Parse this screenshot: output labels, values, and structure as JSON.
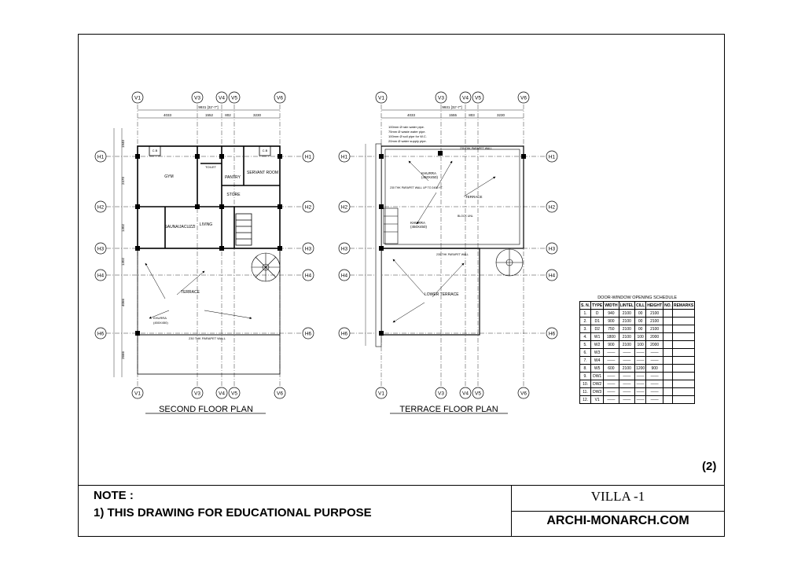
{
  "grid": {
    "vertical": [
      "V1",
      "V3",
      "V4",
      "V5",
      "V6"
    ],
    "horizontal": [
      "H1",
      "H2",
      "H3",
      "H4",
      "H6"
    ]
  },
  "plans": {
    "second": {
      "title": "SECOND FLOOR PLAN",
      "overall_dim": "9931 [32'-7\"]",
      "dims_top": [
        "4033",
        "1552",
        "802",
        "3230"
      ],
      "dims_left": [
        "1940",
        "2470",
        "1302",
        "1302",
        "4066",
        "2666"
      ],
      "rooms": {
        "gym": "GYM",
        "servant": "SERVANT ROOM",
        "pantry": "PANTRY",
        "store": "STORE",
        "sauna": "SAUNA/JACUZZI",
        "living": "LIVING",
        "terrace": "TERRACE",
        "khurra": "KHURRA",
        "khurra_size": "(450X450)",
        "parapet": "230 THK PARAPET WALL",
        "toilet": "TOILET",
        "cb1": "C.B",
        "cb2": "C.B"
      }
    },
    "terrace": {
      "title": "TERRACE FLOOR PLAN",
      "overall_dim": "9931 [32'-7\"]",
      "dims_top": [
        "4033",
        "1555",
        "803",
        "3230"
      ],
      "notes": [
        "100mm Ø rain water pipe.",
        "75mm Ø waste water pipe.",
        "100mm Ø soil pipe for W.C.",
        "20mm Ø water supply pipe."
      ],
      "rooms": {
        "khurra1": "KHURRA",
        "khurra1_size": "(450X450)",
        "terrace": "TERRACE",
        "lower_terrace": "LOWER TERRACE",
        "khurra2": "KHURRA",
        "khurra2_size": "(450X450)",
        "parapet_top": "230 THK PARAPET WALL",
        "parapet_mid": "230 THK PARAPET WALL",
        "parapet_up": "230 THK PARAPET WALL UP TO 2400 HT.",
        "block": "BLOCK UNL"
      }
    }
  },
  "schedule": {
    "title": "DOOR-WINDOW OPENING SCHEDULE",
    "headers": [
      "S. N.",
      "TYPE",
      "WIDTH",
      "LINTEL",
      "CILL",
      "HEIGHT",
      "NO.",
      "REMARKS"
    ],
    "rows": [
      [
        "1.",
        "D",
        "940",
        "2100",
        "00",
        "2100",
        "",
        ""
      ],
      [
        "2.",
        "D1",
        "900",
        "2100",
        "00",
        "2100",
        "",
        ""
      ],
      [
        "3.",
        "D2",
        "750",
        "2100",
        "00",
        "2100",
        "",
        ""
      ],
      [
        "4.",
        "W1",
        "1800",
        "2100",
        "100",
        "2000",
        "",
        ""
      ],
      [
        "5.",
        "W2",
        "900",
        "2100",
        "100",
        "2000",
        "",
        ""
      ],
      [
        "6.",
        "W3",
        "——",
        "——",
        "——",
        "——",
        "",
        ""
      ],
      [
        "7.",
        "W4",
        "——",
        "——",
        "——",
        "——",
        "",
        ""
      ],
      [
        "8.",
        "W5",
        "600",
        "2100",
        "1200",
        "900",
        "",
        ""
      ],
      [
        "9.",
        "DW1",
        "——",
        "——",
        "——",
        "——",
        "",
        ""
      ],
      [
        "10.",
        "DW2",
        "——",
        "——",
        "——",
        "——",
        "",
        ""
      ],
      [
        "11.",
        "DW3",
        "——",
        "——",
        "——",
        "——",
        "",
        ""
      ],
      [
        "12.",
        "V1",
        "——",
        "——",
        "——",
        "——",
        "",
        ""
      ]
    ]
  },
  "sheet_number": "(2)",
  "note": {
    "title": "NOTE :",
    "line1": "1) THIS DRAWING FOR EDUCATIONAL PURPOSE"
  },
  "project": "VILLA -1",
  "website": "ARCHI-MONARCH.COM"
}
